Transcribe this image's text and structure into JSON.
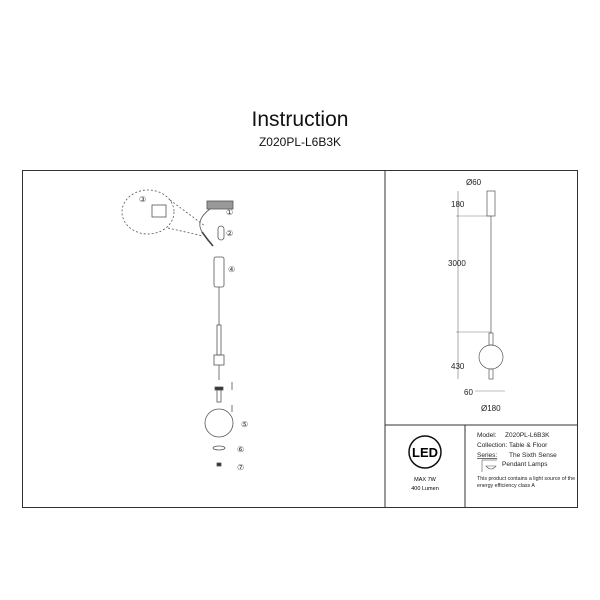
{
  "header": {
    "title": "Instruction",
    "model_code": "Z020PL-L6B3K"
  },
  "assembly": {
    "callouts": [
      "①",
      "②",
      "③",
      "④",
      "⑤",
      "⑥",
      "⑦"
    ]
  },
  "dimensions": {
    "canopy_diameter": "Ø60",
    "canopy_height": "180",
    "cable_length": "3000",
    "shade_height": "430",
    "tip_height": "60",
    "shade_diameter": "Ø180"
  },
  "led": {
    "logo": "LED",
    "max_power": "MAX 7W",
    "lumen": "400 Lumen"
  },
  "info": {
    "model_label": "Model:",
    "model_value": "Z020PL-L6B3K",
    "collection_label": "Collection:",
    "collection_value": "Table & Floor",
    "series_label": "Series:",
    "series_value": "The Sixth Sense",
    "type_value": "Pendant Lamps",
    "energy_note_1": "This product contains a light source of the",
    "energy_note_2": "energy efficiency class A"
  }
}
